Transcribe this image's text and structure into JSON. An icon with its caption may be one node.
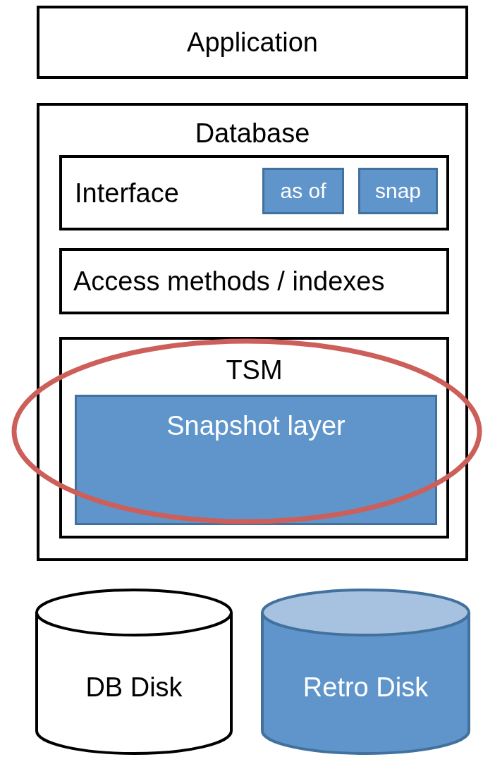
{
  "diagram": {
    "nodes": [
      {
        "text": [
          "Application"
        ]
      },
      {
        "text": [
          "Database"
        ]
      },
      {
        "text": [
          "Interface"
        ],
        "in": 1
      },
      {
        "text": [
          "as of"
        ],
        "in": 2
      },
      {
        "text": [
          "snap"
        ],
        "in": 2
      },
      {
        "text": [
          "Access methods / indexes"
        ],
        "in": 1
      },
      {
        "text": [
          "TSM"
        ],
        "in": 1
      },
      {
        "text": [
          "Snapshot layer"
        ],
        "in": 6
      },
      {
        "text": [
          "DB Disk"
        ]
      },
      {
        "text": [
          "Retro Disk"
        ]
      }
    ]
  }
}
